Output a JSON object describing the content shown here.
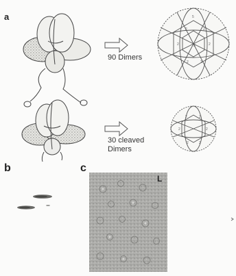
{
  "panels": {
    "a": {
      "label": "a"
    },
    "b": {
      "label": "b"
    },
    "c": {
      "label": "c"
    },
    "c_inset": {
      "label": "L"
    }
  },
  "arrows": {
    "top": {
      "caption": "90 Dimers"
    },
    "bottom": {
      "caption_line1": "30 cleaved",
      "caption_line2": "Dimers"
    }
  },
  "colors": {
    "ink": "#444444",
    "dimer_fill": "#dcdcd8",
    "stipple": "#9a9a96",
    "micrograph_bg": "#a9a9a6",
    "band": "#666666"
  }
}
